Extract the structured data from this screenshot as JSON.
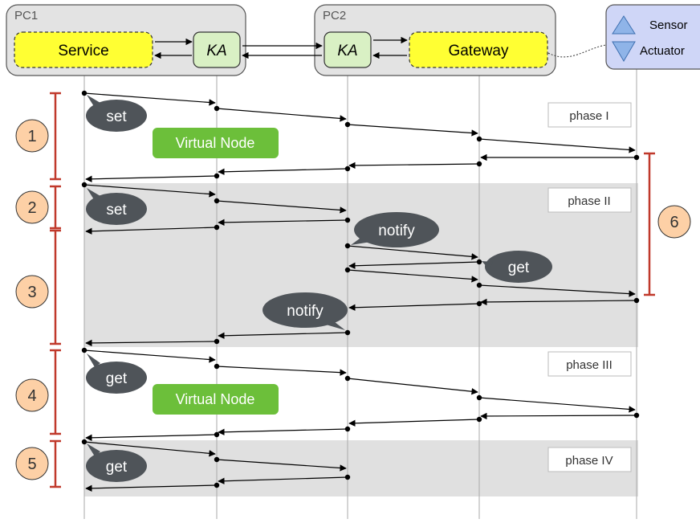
{
  "hosts": {
    "pc1_label": "PC1",
    "pc2_label": "PC2"
  },
  "components": {
    "service": "Service",
    "ka1": "KA",
    "ka2": "KA",
    "gateway": "Gateway",
    "sensor": "Sensor",
    "actuator": "Actuator"
  },
  "phases": [
    "phase I",
    "phase II",
    "phase III",
    "phase IV"
  ],
  "steps": [
    "1",
    "2",
    "3",
    "4",
    "5",
    "6"
  ],
  "bubbles": {
    "set1": "set",
    "set2": "set",
    "notify1": "notify",
    "get_gw": "get",
    "notify2": "notify",
    "get4": "get",
    "get5": "get"
  },
  "virtual_nodes": [
    "Virtual Node",
    "Virtual Node"
  ],
  "colors": {
    "host_fill": "#e3e3e3",
    "component_yellow": "#ffff33",
    "ka_green": "#d9f0c4",
    "device_blue": "#cfd6f7",
    "phase_band": "#e0e0e0",
    "step_circle": "#fdd0a6",
    "bracket_red": "#c0392b",
    "bubble_gray": "#4f5459",
    "virtual_node_green": "#6cbf3a",
    "arrow": "#000000"
  }
}
